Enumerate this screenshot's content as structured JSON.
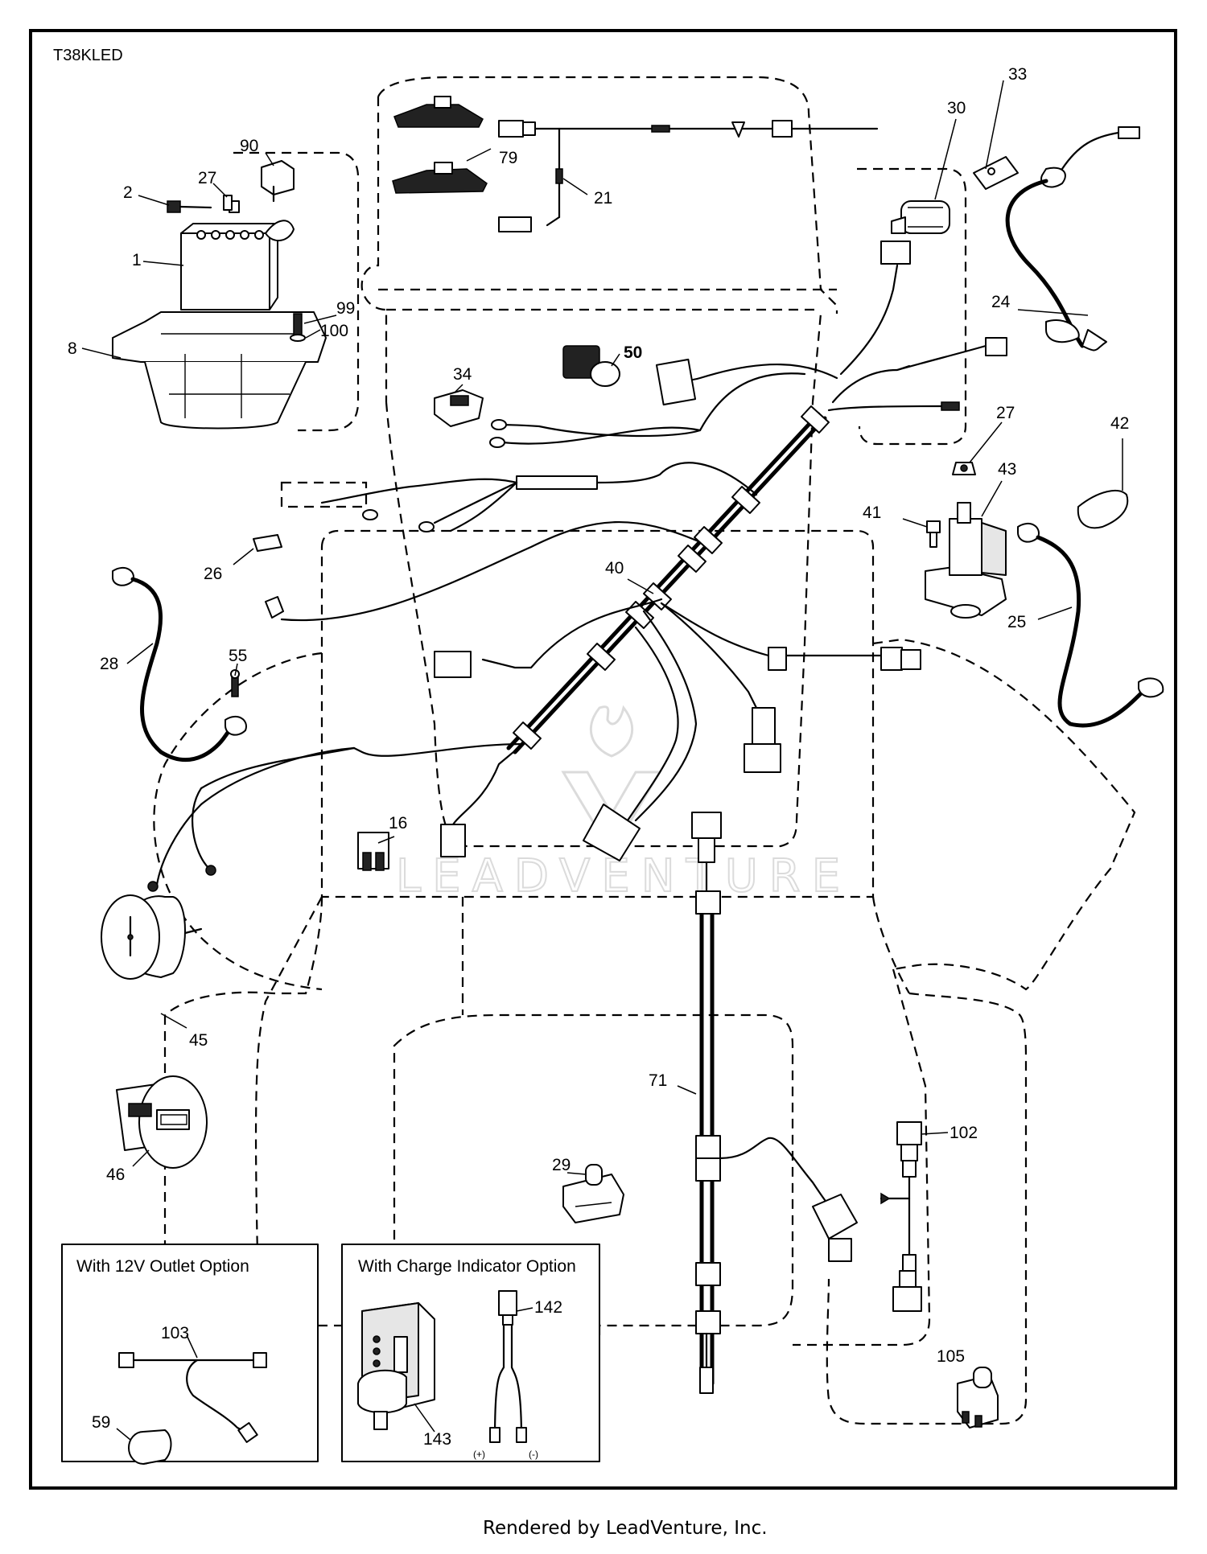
{
  "model_code": "T38KLED",
  "footer": "Rendered by LeadVenture, Inc.",
  "watermark": "LEADVENTURE",
  "option_boxes": {
    "outlet": {
      "title": "With 12V Outlet Option"
    },
    "charge": {
      "title": "With Charge Indicator Option",
      "plus": "(+)",
      "minus": "(-)"
    }
  },
  "callouts": {
    "c1": "1",
    "c2": "2",
    "c8": "8",
    "c16": "16",
    "c21": "21",
    "c24": "24",
    "c25": "25",
    "c26": "26",
    "c27a": "27",
    "c27b": "27",
    "c28": "28",
    "c29": "29",
    "c30": "30",
    "c33": "33",
    "c34": "34",
    "c40": "40",
    "c41": "41",
    "c42": "42",
    "c43": "43",
    "c45": "45",
    "c46": "46",
    "c50": "50",
    "c55": "55",
    "c59": "59",
    "c71": "71",
    "c79": "79",
    "c90": "90",
    "c99": "99",
    "c100": "100",
    "c102": "102",
    "c103": "103",
    "c105": "105",
    "c142": "142",
    "c143": "143"
  }
}
